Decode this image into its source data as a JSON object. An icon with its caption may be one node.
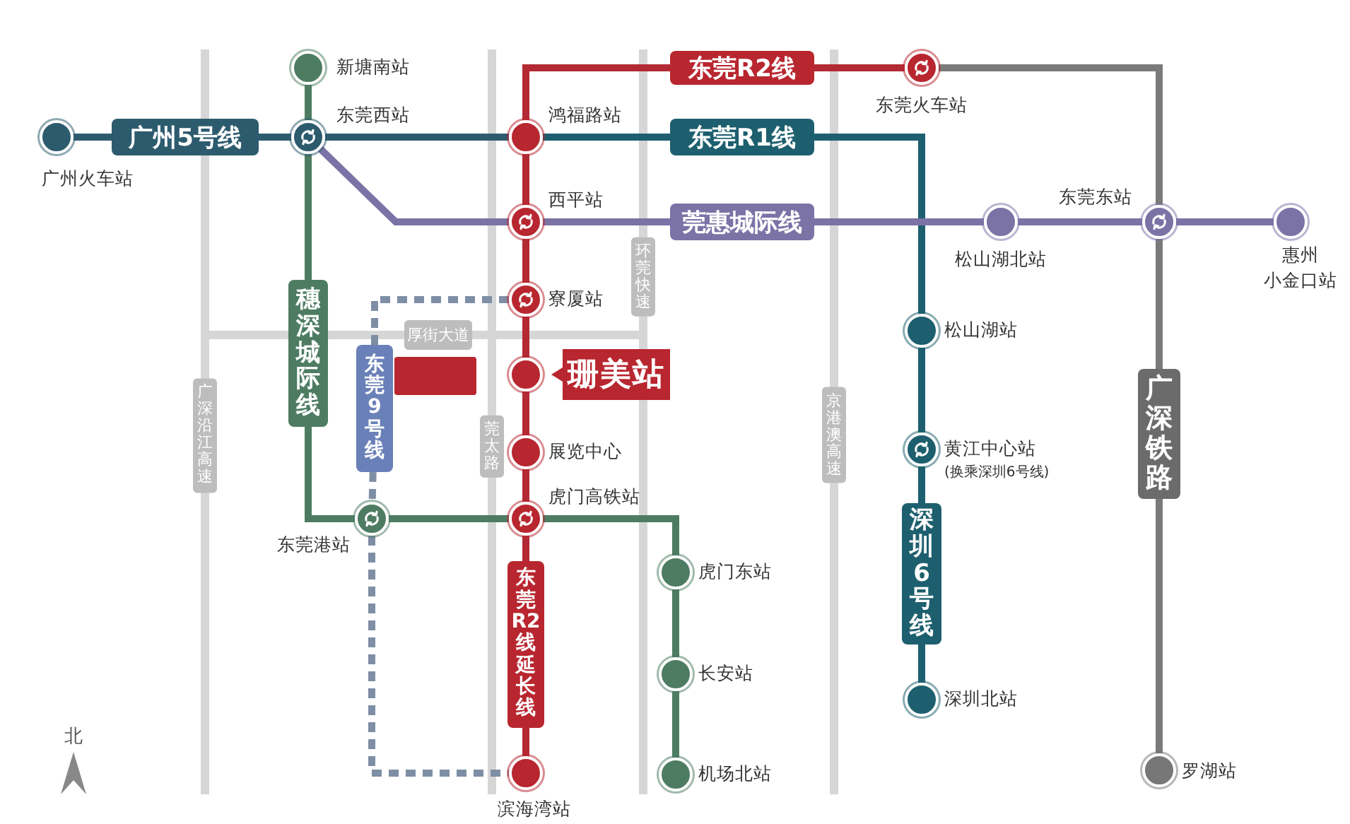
{
  "diagram": {
    "nodes": [
      {
        "text": [],
        "shape": "circle",
        "beside": [
          "广州火车站"
        ]
      },
      {
        "text": [
          "广州5号线"
        ]
      },
      {
        "text": [],
        "shape": "circle",
        "beside": [
          "新塘南站"
        ]
      },
      {
        "text": [],
        "shape": "circle",
        "beside": [
          "东莞西站"
        ]
      },
      {
        "text": [],
        "shape": "circle",
        "beside": [
          "鸿福路站"
        ]
      },
      {
        "text": [
          "东莞R2线"
        ]
      },
      {
        "text": [
          "东莞R1线"
        ]
      },
      {
        "text": [],
        "shape": "circle",
        "beside": [
          "东莞火车站"
        ]
      },
      {
        "text": [],
        "shape": "circle",
        "beside": [
          "西平站"
        ]
      },
      {
        "text": [
          "莞惠城际线"
        ]
      },
      {
        "text": [],
        "shape": "circle",
        "beside": [
          "松山湖北站"
        ]
      },
      {
        "text": [],
        "shape": "circle",
        "beside": [
          "东莞东站"
        ]
      },
      {
        "text": [],
        "shape": "circle",
        "beside": [
          "惠州",
          "小金口站"
        ]
      },
      {
        "text": [],
        "shape": "circle",
        "beside": [
          "寮厦站"
        ]
      },
      {
        "text": [
          "穗深城际线"
        ]
      },
      {
        "text": [
          "东莞9号线"
        ]
      },
      {
        "text": [],
        "shape": "box"
      },
      {
        "text": [],
        "shape": "circle"
      },
      {
        "text": [
          "珊美站"
        ]
      },
      {
        "text": [],
        "shape": "circle",
        "beside": [
          "展览中心"
        ]
      },
      {
        "text": [],
        "shape": "circle",
        "beside": [
          "虎门高铁站"
        ]
      },
      {
        "text": [],
        "shape": "circle",
        "beside": [
          "东莞港站"
        ]
      },
      {
        "text": [
          "东莞R2线延长线"
        ]
      },
      {
        "text": [],
        "shape": "circle",
        "beside": [
          "滨海湾站"
        ]
      },
      {
        "text": [],
        "shape": "circle",
        "beside": [
          "虎门东站"
        ]
      },
      {
        "text": [],
        "shape": "circle",
        "beside": [
          "长安站"
        ]
      },
      {
        "text": [],
        "shape": "circle",
        "beside": [
          "机场北站"
        ]
      },
      {
        "text": [],
        "shape": "circle",
        "beside": [
          "松山湖站"
        ]
      },
      {
        "text": [],
        "shape": "circle",
        "beside": [
          "黄江中心站",
          "(换乘深圳6号线)"
        ]
      },
      {
        "text": [
          "深圳6号线"
        ]
      },
      {
        "text": [],
        "shape": "circle",
        "beside": [
          "深圳北站"
        ]
      },
      {
        "text": [
          "广深铁路"
        ]
      },
      {
        "text": [],
        "shape": "circle",
        "beside": [
          "罗湖站"
        ]
      }
    ],
    "edges": [
      {
        "from": 0,
        "to": 1,
        "arrow": "none",
        "color": "#2d5b6e"
      },
      {
        "from": 1,
        "to": 3,
        "arrow": "none",
        "color": "#2d5b6e"
      },
      {
        "from": 3,
        "to": 4,
        "arrow": "none",
        "color": "#2d5b6e"
      },
      {
        "from": 4,
        "to": 6,
        "arrow": "none",
        "color": "#1d5f6e"
      },
      {
        "from": 6,
        "to": 27,
        "arrow": "none",
        "color": "#1d5f6e"
      },
      {
        "from": 27,
        "to": 28,
        "arrow": "none",
        "color": "#1d5f6e"
      },
      {
        "from": 28,
        "to": 29,
        "arrow": "none",
        "color": "#1d5f6e"
      },
      {
        "from": 29,
        "to": 30,
        "arrow": "none",
        "color": "#1d5f6e"
      },
      {
        "from": 4,
        "to": 5,
        "arrow": "none",
        "color": "#b32a35"
      },
      {
        "from": 5,
        "to": 7,
        "arrow": "none",
        "color": "#b32a35"
      },
      {
        "from": 7,
        "to": 11,
        "arrow": "none",
        "color": "#7a7a7a"
      },
      {
        "from": 11,
        "to": 31,
        "arrow": "none",
        "color": "#7a7a7a"
      },
      {
        "from": 31,
        "to": 32,
        "arrow": "none",
        "color": "#7a7a7a"
      },
      {
        "from": 2,
        "to": 3,
        "arrow": "none",
        "color": "#4d7c63"
      },
      {
        "from": 3,
        "to": 14,
        "arrow": "none",
        "color": "#4d7c63"
      },
      {
        "from": 14,
        "to": 21,
        "arrow": "none",
        "color": "#4d7c63"
      },
      {
        "from": 21,
        "to": 20,
        "arrow": "none",
        "color": "#4d7c63"
      },
      {
        "from": 20,
        "to": 24,
        "arrow": "none",
        "color": "#4d7c63"
      },
      {
        "from": 24,
        "to": 25,
        "arrow": "none",
        "color": "#4d7c63"
      },
      {
        "from": 25,
        "to": 26,
        "arrow": "none",
        "color": "#4d7c63"
      },
      {
        "from": 3,
        "to": 8,
        "arrow": "none",
        "color": "#7b73a6"
      },
      {
        "from": 8,
        "to": 9,
        "arrow": "none",
        "color": "#7b73a6"
      },
      {
        "from": 9,
        "to": 10,
        "arrow": "none",
        "color": "#7b73a6"
      },
      {
        "from": 10,
        "to": 11,
        "arrow": "none",
        "color": "#7b73a6"
      },
      {
        "from": 11,
        "to": 12,
        "arrow": "none",
        "color": "#7b73a6"
      },
      {
        "from": 4,
        "to": 8,
        "arrow": "none",
        "color": "#b32a35"
      },
      {
        "from": 8,
        "to": 13,
        "arrow": "none",
        "color": "#b32a35"
      },
      {
        "from": 13,
        "to": 17,
        "arrow": "none",
        "color": "#b32a35"
      },
      {
        "from": 17,
        "to": 19,
        "arrow": "none",
        "color": "#b32a35"
      },
      {
        "from": 19,
        "to": 20,
        "arrow": "none",
        "color": "#b32a35"
      },
      {
        "from": 20,
        "to": 22,
        "arrow": "none",
        "color": "#b32a35"
      },
      {
        "from": 22,
        "to": 23,
        "arrow": "none",
        "color": "#b32a35"
      },
      {
        "from": 13,
        "to": 15,
        "arrow": "none",
        "style": "dashed",
        "color": "#7e8ea5"
      },
      {
        "from": 15,
        "to": 21,
        "arrow": "none",
        "style": "dashed",
        "color": "#7e8ea5"
      },
      {
        "from": 21,
        "to": 23,
        "arrow": "none",
        "style": "dashed",
        "color": "#7e8ea5"
      }
    ],
    "labels": [
      "环莞快速",
      "厚街大道",
      "广深沿江高速",
      "莞太路",
      "京港澳高速",
      "北"
    ]
  }
}
